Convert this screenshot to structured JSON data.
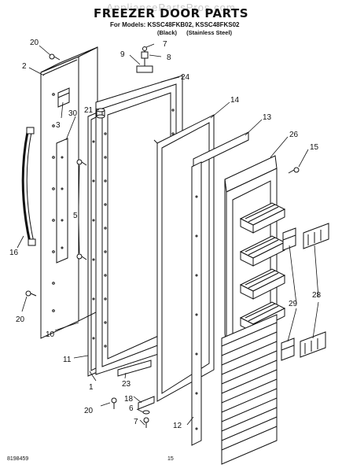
{
  "watermark": "AppliancePartsPros.com",
  "title": "FREEZER DOOR PARTS",
  "models_line": "For Models: KSSC48FKB02, KSSC48FKS02",
  "variants": [
    "(Black)",
    "(Stainless Steel)"
  ],
  "doc_number": "8198459",
  "page_number": "15",
  "callouts": [
    "20",
    "2",
    "7",
    "9",
    "8",
    "24",
    "3",
    "30",
    "21",
    "14",
    "13",
    "26",
    "15",
    "5",
    "16",
    "20",
    "10",
    "11",
    "1",
    "23",
    "29",
    "28",
    "20",
    "18",
    "6",
    "7",
    "12"
  ]
}
